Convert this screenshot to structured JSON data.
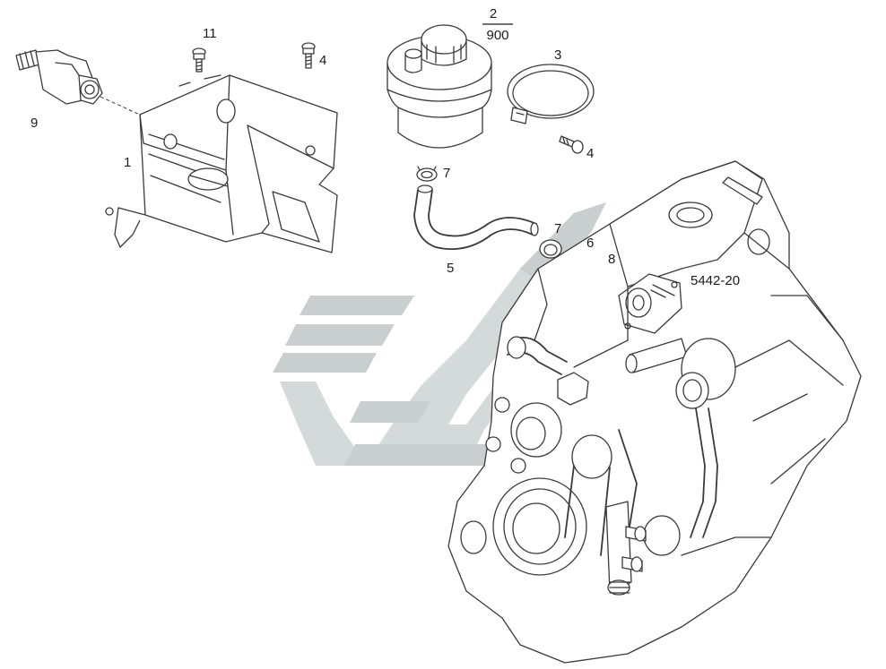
{
  "diagram": {
    "callouts": {
      "c1": "1",
      "c2_num": "2",
      "c2_den": "900",
      "c3": "3",
      "c4a": "4",
      "c4b": "4",
      "c5": "5",
      "c6": "6",
      "c7a": "7",
      "c7b": "7",
      "c8": "8",
      "c9": "9",
      "c11": "11",
      "ref": "5442-20"
    }
  }
}
